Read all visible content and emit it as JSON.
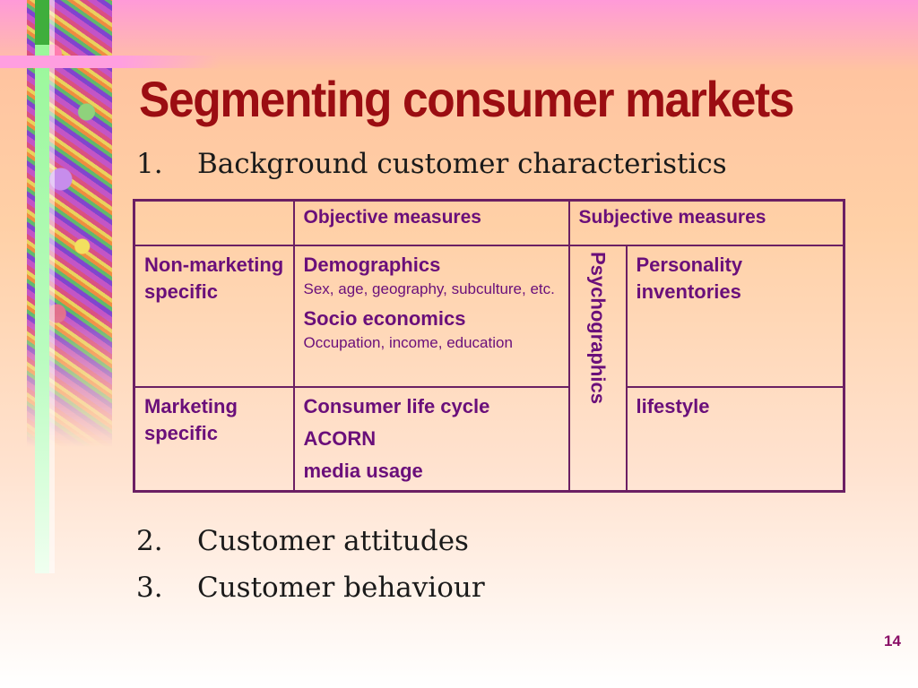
{
  "slide": {
    "title": "Segmenting consumer markets",
    "page_number": "14",
    "bullets": [
      {
        "num": "1.",
        "text": "Background customer characteristics"
      },
      {
        "num": "2.",
        "text": "Customer attitudes"
      },
      {
        "num": "3.",
        "text": "Customer behaviour"
      }
    ]
  },
  "table": {
    "headers": [
      "",
      "Objective measures",
      "Subjective measures"
    ],
    "psychographics_label": "Psychographics",
    "rows": [
      {
        "label": "Non-marketing specific",
        "objective": [
          {
            "text": "Demographics",
            "style": "label"
          },
          {
            "text": "Sex, age, geography, subculture, etc.",
            "style": "sub"
          },
          {
            "text": "Socio economics",
            "style": "label"
          },
          {
            "text": "Occupation, income, education",
            "style": "sub"
          }
        ],
        "subjective": "Personality inventories"
      },
      {
        "label": "Marketing specific",
        "objective": [
          {
            "text": "Consumer life cycle",
            "style": "label"
          },
          {
            "text": "ACORN",
            "style": "label"
          },
          {
            "text": "media usage",
            "style": "label"
          }
        ],
        "subjective": "lifestyle"
      }
    ]
  },
  "colors": {
    "title": "#9b0d12",
    "table_text": "#6a0f7a",
    "table_border": "#6b1f63",
    "green_bar": "#9af79a",
    "pink_bar": "#ff9fe0"
  }
}
